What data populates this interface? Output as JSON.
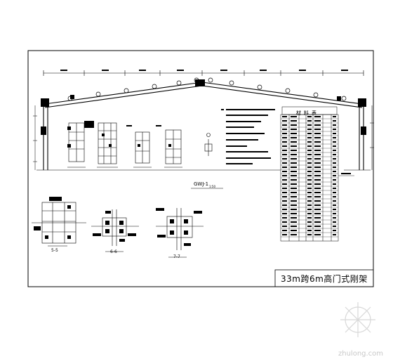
{
  "drawing": {
    "title": "33m跨6m高门式刚架",
    "frame_label": "GWJ-1",
    "frame_scale": "1:50",
    "section_labels": [
      "5-5",
      "6-6",
      "7-7"
    ],
    "material_table_title": "材料表"
  },
  "watermark": {
    "text": "zhulong.com"
  },
  "colors": {
    "line": "#000000",
    "background": "#ffffff",
    "watermark": "#c8c8c8"
  }
}
